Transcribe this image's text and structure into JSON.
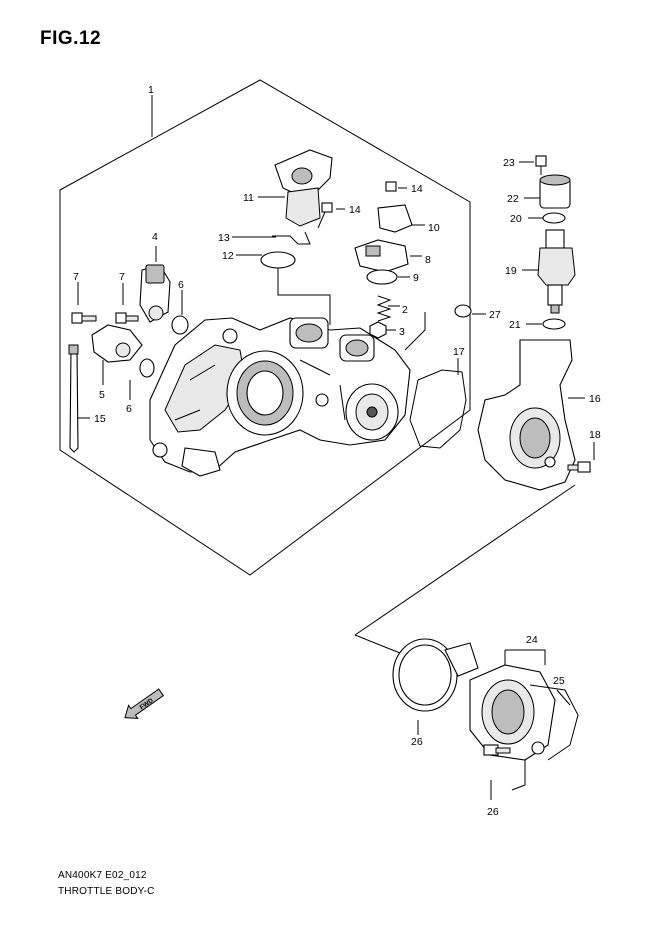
{
  "figure": {
    "title": "FIG.12",
    "code": "AN400K7 E02_012",
    "name": "THROTTLE BODY-C",
    "direction_badge": "FWD"
  },
  "callouts": [
    "1",
    "2",
    "3",
    "4",
    "5",
    "6",
    "6",
    "7",
    "7",
    "8",
    "9",
    "10",
    "11",
    "12",
    "13",
    "14",
    "14",
    "15",
    "16",
    "17",
    "18",
    "19",
    "20",
    "21",
    "22",
    "23",
    "24",
    "25",
    "26",
    "26",
    "27"
  ]
}
